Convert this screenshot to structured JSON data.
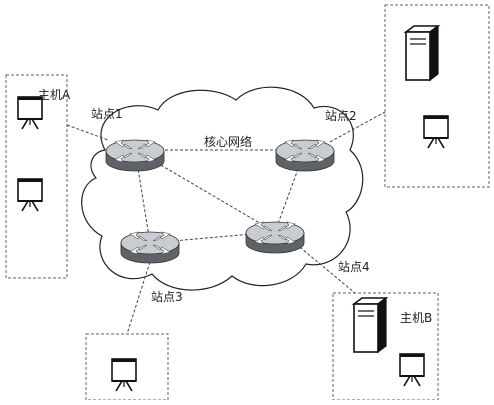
{
  "network": {
    "core_label": "核心网络"
  },
  "stations": [
    {
      "label": "站点1"
    },
    {
      "label": "站点2"
    },
    {
      "label": "站点3"
    },
    {
      "label": "站点4"
    }
  ],
  "hosts": {
    "a_label": "主机A",
    "b_label": "主机B"
  },
  "icons": {
    "router": "router-icon",
    "terminal": "terminal-icon",
    "server": "server-icon"
  },
  "colors": {
    "stroke": "#222222",
    "router_top": "#c9cdd2",
    "router_side": "#5f6368",
    "router_arrow": "#ffffff",
    "cloud_fill": "#ffffff"
  }
}
